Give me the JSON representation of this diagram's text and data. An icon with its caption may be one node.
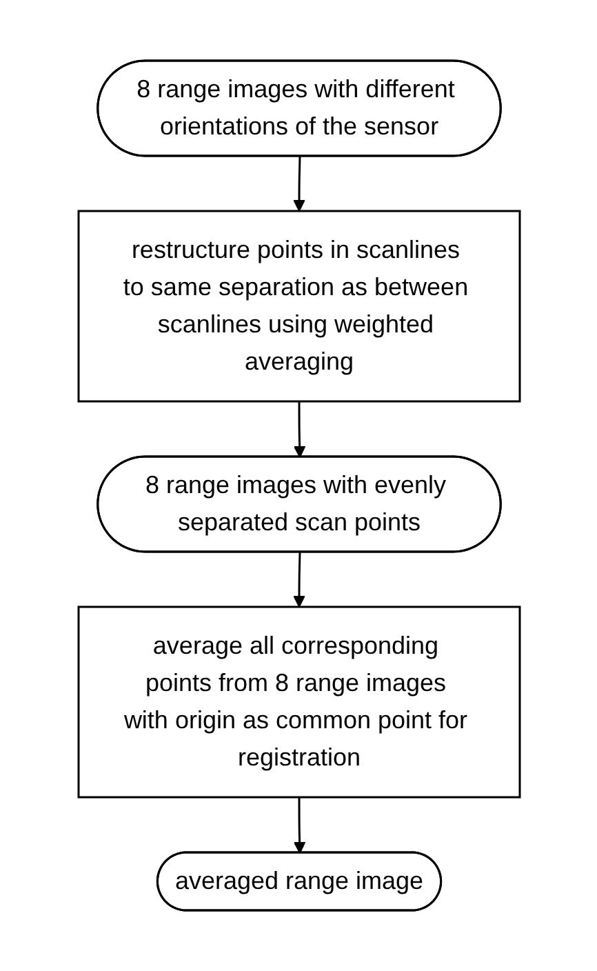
{
  "diagram": {
    "nodes": [
      {
        "text": [
          "8 range images with different orientations of the sensor"
        ]
      },
      {
        "text": [
          "restructure points in scanlines to same separation as between scanlines using weighted averaging"
        ]
      },
      {
        "text": [
          "8 range images with evenly separated scan points"
        ]
      },
      {
        "text": [
          "average all corresponding points from 8 range images with origin as common point for registration"
        ]
      },
      {
        "text": [
          "averaged range image"
        ]
      }
    ],
    "edges": [
      {
        "from": 0,
        "to": 1,
        "arrow": "to"
      },
      {
        "from": 1,
        "to": 2,
        "arrow": "to"
      },
      {
        "from": 2,
        "to": 3,
        "arrow": "to"
      },
      {
        "from": 3,
        "to": 4,
        "arrow": "to"
      }
    ]
  }
}
